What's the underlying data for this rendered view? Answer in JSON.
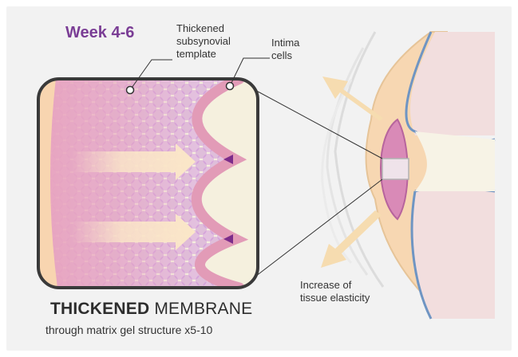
{
  "week": "Week 4-6",
  "labels": {
    "template_line1": "Thickened",
    "template_line2": "subsynovial",
    "template_line3": "template",
    "intima_line1": "Intima",
    "intima_line2": "cells",
    "elasticity_line1": "Increase of",
    "elasticity_line2": "tissue elasticity"
  },
  "title": {
    "bold": "THICKENED",
    "regular": "MEMBRANE"
  },
  "subtitle": "through matrix gel structure x5-10",
  "colors": {
    "accent_purple": "#7a3d95",
    "membrane_pink": "#e7a6bd",
    "matrix_purple": "#c88ad6",
    "cartilage_blue": "#7fa0c8",
    "arrow_cream": "#f6dcb0"
  }
}
